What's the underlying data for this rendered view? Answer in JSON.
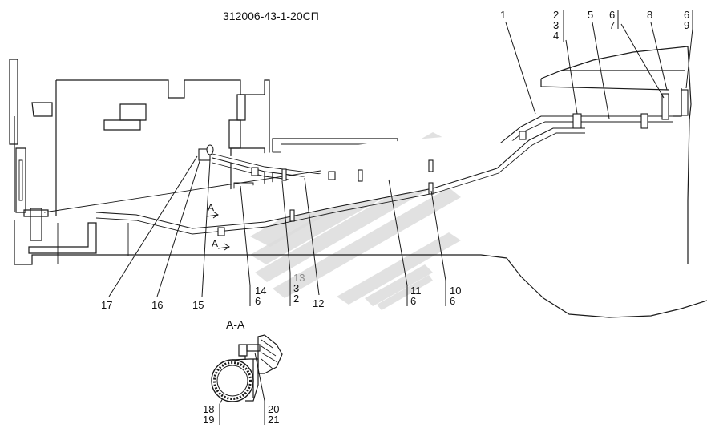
{
  "drawing": {
    "code": "312006-43-1-20СП",
    "section_label": "А-А",
    "cut_marker": "А"
  },
  "callouts_top": [
    {
      "id": "ct-1",
      "lines": [
        "1"
      ]
    },
    {
      "id": "ct-2",
      "lines": [
        "2",
        "3",
        "4"
      ]
    },
    {
      "id": "ct-5",
      "lines": [
        "5"
      ]
    },
    {
      "id": "ct-6",
      "lines": [
        "6",
        "7"
      ]
    },
    {
      "id": "ct-8",
      "lines": [
        "8"
      ]
    },
    {
      "id": "ct-6b",
      "lines": [
        "6",
        "9"
      ]
    }
  ],
  "callouts_bottom": [
    {
      "id": "cb-17",
      "lines": [
        "17"
      ]
    },
    {
      "id": "cb-16",
      "lines": [
        "16"
      ]
    },
    {
      "id": "cb-15",
      "lines": [
        "15"
      ]
    },
    {
      "id": "cb-14",
      "lines": [
        "14",
        "6"
      ]
    },
    {
      "id": "cb-13",
      "lines": [
        "13",
        "3",
        "2"
      ],
      "gray_first": true
    },
    {
      "id": "cb-12",
      "lines": [
        "12"
      ]
    },
    {
      "id": "cb-11",
      "lines": [
        "11",
        "6"
      ]
    },
    {
      "id": "cb-10",
      "lines": [
        "10",
        "6"
      ]
    }
  ],
  "callouts_section": [
    {
      "id": "cs-18",
      "lines": [
        "18",
        "19"
      ]
    },
    {
      "id": "cs-20",
      "lines": [
        "20",
        "21"
      ]
    }
  ]
}
